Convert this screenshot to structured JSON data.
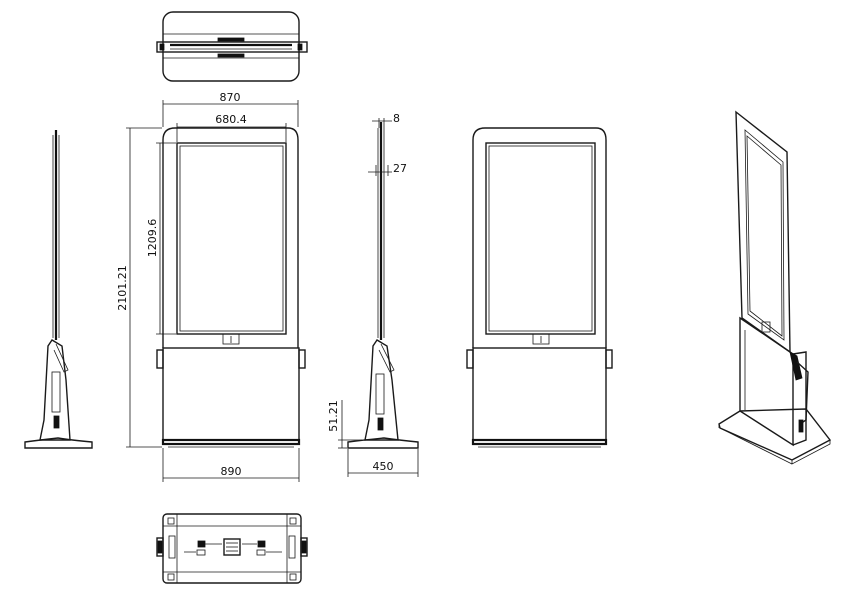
{
  "dimensions": {
    "top_width": "870",
    "screen_width": "680.4",
    "screen_height": "1209.6",
    "total_height": "2101.21",
    "base_width": "890",
    "panel_thickness": "8",
    "frame_thickness": "27",
    "base_height": "51.21",
    "base_depth": "450"
  }
}
